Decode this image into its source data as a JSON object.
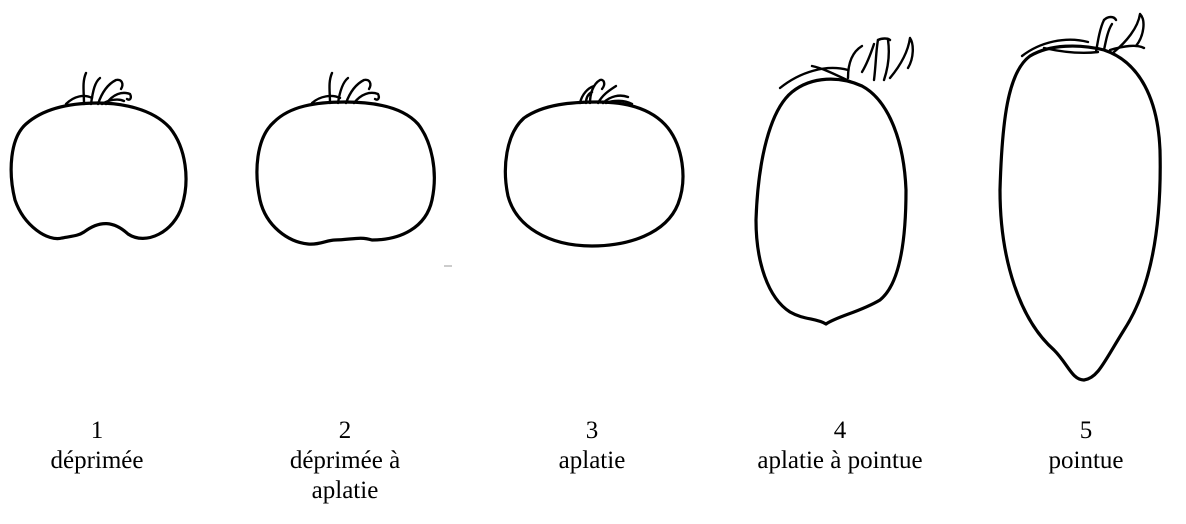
{
  "shapes": [
    {
      "number": "1",
      "name": "déprimée"
    },
    {
      "number": "2",
      "name": "déprimée à aplatie"
    },
    {
      "number": "3",
      "name": "aplatie"
    },
    {
      "number": "4",
      "name": "aplatie à pointue"
    },
    {
      "number": "5",
      "name": "pointue"
    }
  ]
}
